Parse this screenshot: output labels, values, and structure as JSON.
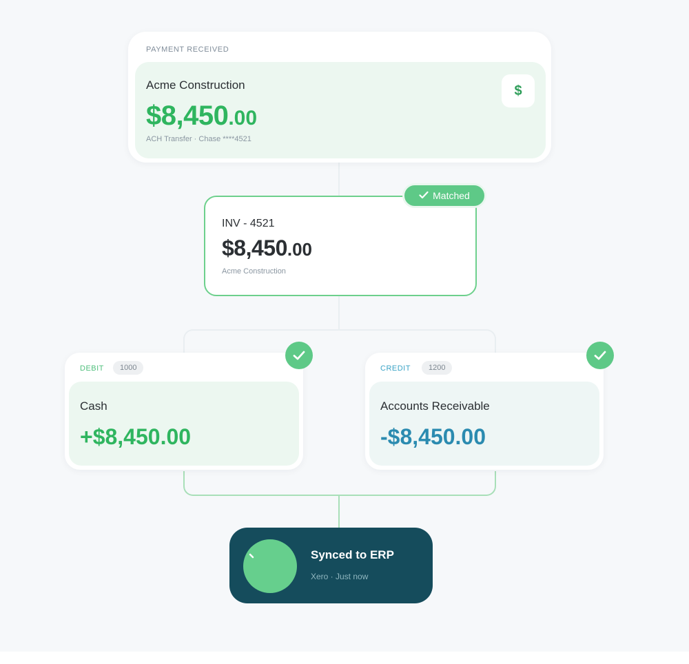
{
  "payment": {
    "section_label": "PAYMENT RECEIVED",
    "company": "Acme Construction",
    "amount_main": "$8,450",
    "amount_cents": ".00",
    "meta": "ACH Transfer · Chase ****4521",
    "icon": "dollar-icon"
  },
  "invoice": {
    "badge_label": "Matched",
    "number": "INV - 4521",
    "amount_main": "$8,450",
    "amount_cents": ".00",
    "customer": "Acme Construction"
  },
  "debit": {
    "tag": "DEBIT",
    "account_number": "1000",
    "account_name": "Cash",
    "amount": "+$8,450.00",
    "status_icon": "check-icon"
  },
  "credit": {
    "tag": "CREDIT",
    "account_number": "1200",
    "account_name": "Accounts Receivable",
    "amount": "-$8,450.00",
    "status_icon": "check-icon"
  },
  "sync": {
    "title": "Synced to ERP",
    "subtitle": "Xero · Just now"
  },
  "colors": {
    "green": "#2fb55f",
    "teal_blue": "#2b8bb0",
    "dark_teal": "#154c5c",
    "badge_green": "#5ec987"
  }
}
